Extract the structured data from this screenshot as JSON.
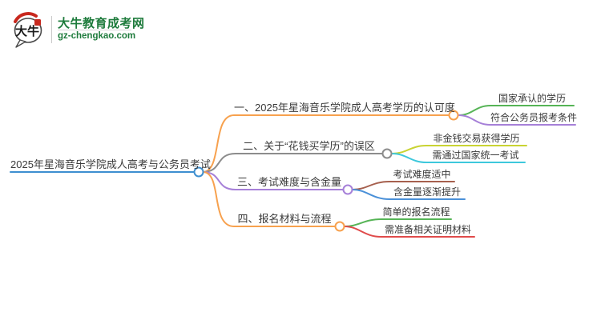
{
  "logo": {
    "icon_text": "大牛",
    "title": "大牛教育成考网",
    "domain": "gz-chengkao.com",
    "brand_color": "#1E7B3C",
    "seal_color": "#C8281E"
  },
  "mindmap": {
    "background": "#FFFFFF",
    "text_color": "#3A3A3A",
    "root": {
      "label": "2025年星海音乐学院成人高考与公务员考试",
      "color": "#3E8FD0"
    },
    "branches": [
      {
        "label": "一、2025年星海音乐学院成人高考学历的认可度",
        "color": "#F7A14E",
        "children": [
          {
            "label": "国家承认的学历",
            "color": "#56B456"
          },
          {
            "label": "符合公务员报考条件",
            "color": "#A680D8"
          }
        ]
      },
      {
        "label": "二、关于“花钱买学历”的误区",
        "color": "#8C8C8C",
        "children": [
          {
            "label": "非金钱交易获得学历",
            "color": "#C9D333"
          },
          {
            "label": "需通过国家统一考试",
            "color": "#3EC8DC"
          }
        ]
      },
      {
        "label": "三、考试难度与含金量",
        "color": "#A680D8",
        "children": [
          {
            "label": "考试难度适中",
            "color": "#A6604E"
          },
          {
            "label": "含金量逐渐提升",
            "color": "#4A90D8"
          }
        ]
      },
      {
        "label": "四、报名材料与流程",
        "color": "#F7A14E",
        "children": [
          {
            "label": "简单的报名流程",
            "color": "#56B456"
          },
          {
            "label": "需准备相关证明材料",
            "color": "#E04B4B"
          }
        ]
      }
    ]
  }
}
